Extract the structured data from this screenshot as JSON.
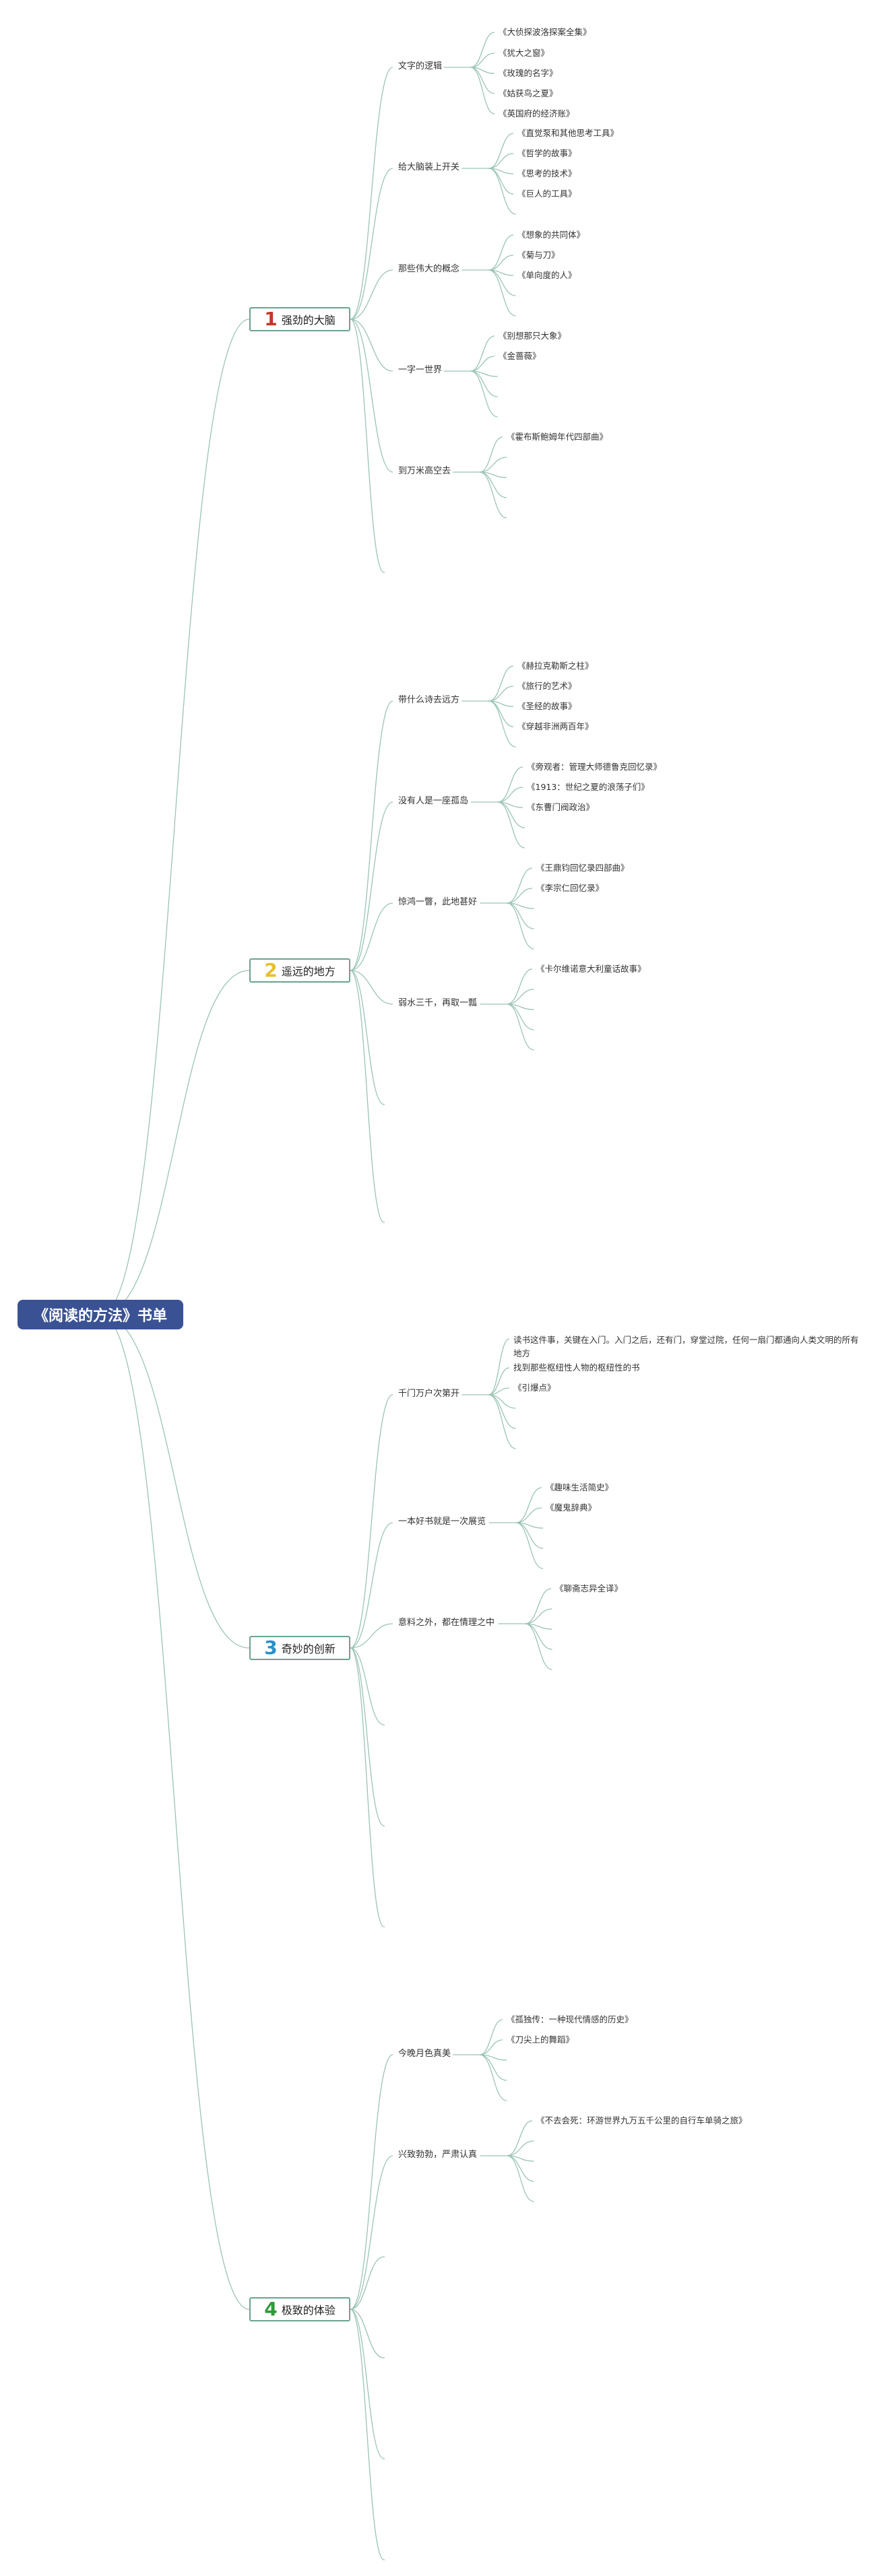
{
  "root": {
    "label": "《阅读的方法》书单",
    "color": "#3a5294"
  },
  "branches": [
    {
      "num": "1",
      "label": "强劲的大脑",
      "num_color": "#c0392b",
      "subs": [
        {
          "label": "文字的逻辑",
          "leaves": [
            "《大侦探波洛探案全集》",
            "《犹大之窗》",
            "《玫瑰的名字》",
            "《姑获鸟之夏》",
            "《英国府的经济账》"
          ]
        },
        {
          "label": "给大脑装上开关",
          "leaves": [
            "《直觉泵和其他思考工具》",
            "《哲学的故事》",
            "《思考的技术》",
            "《巨人的工具》"
          ]
        },
        {
          "label": "那些伟大的概念",
          "leaves": [
            "《想象的共同体》",
            "《菊与刀》",
            "《单向度的人》"
          ]
        },
        {
          "label": "一字一世界",
          "leaves": [
            "《别想那只大象》",
            "《金蔷薇》"
          ]
        },
        {
          "label": "到万米高空去",
          "leaves": [
            "《霍布斯鲍姆年代四部曲》"
          ]
        }
      ]
    },
    {
      "num": "2",
      "label": "遥远的地方",
      "num_color": "#e8c02a",
      "subs": [
        {
          "label": "带什么诗去远方",
          "leaves": [
            "《赫拉克勒斯之柱》",
            "《旅行的艺术》",
            "《圣经的故事》",
            "《穿越非洲两百年》"
          ]
        },
        {
          "label": "没有人是一座孤岛",
          "leaves": [
            "《旁观者：管理大师德鲁克回忆录》",
            "《1913：世纪之夏的浪荡子们》",
            "《东曹门阀政治》"
          ]
        },
        {
          "label": "惊鸿一瞥，此地甚好",
          "leaves": [
            "《王鼎钧回忆录四部曲》",
            "《李宗仁回忆录》"
          ]
        },
        {
          "label": "弱水三千，再取一瓢",
          "leaves": [
            "《卡尔维诺意大利童话故事》"
          ]
        }
      ]
    },
    {
      "num": "3",
      "label": "奇妙的创新",
      "num_color": "#2a8fc9",
      "subs": [
        {
          "label": "千门万户次第开",
          "leaves": [
            "读书这件事，关键在入门。入门之后，还有门，穿堂过院，任何一扇门都通向人类文明的所有地方",
            "找到那些枢纽性人物的枢纽性的书",
            "《引爆点》"
          ]
        },
        {
          "label": "一本好书就是一次展览",
          "leaves": [
            "《趣味生活简史》",
            "《魔鬼辞典》"
          ]
        },
        {
          "label": "意料之外，都在情理之中",
          "leaves": [
            "《聊斋志异全译》"
          ]
        }
      ]
    },
    {
      "num": "4",
      "label": "极致的体验",
      "num_color": "#2f9a3a",
      "subs": [
        {
          "label": "今晚月色真美",
          "leaves": [
            "《孤独传：一种现代情感的历史》",
            "《刀尖上的舞蹈》"
          ]
        },
        {
          "label": "兴致勃勃，严肃认真",
          "leaves": [
            "《不去会死：环游世界九万五千公里的自行车单骑之旅》"
          ]
        }
      ]
    }
  ]
}
